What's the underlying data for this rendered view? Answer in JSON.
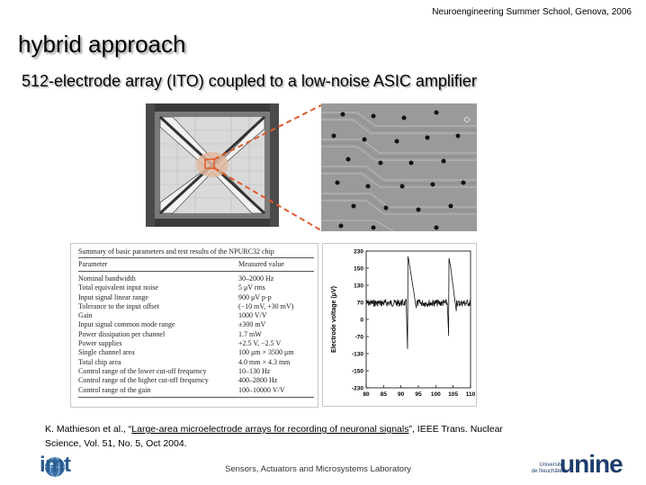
{
  "header": {
    "event": "Neuroengineering Summer School, Genova, 2006"
  },
  "slide": {
    "title": "hybrid approach",
    "subtitle": "512-electrode array (ITO) coupled to a low-noise ASIC amplifier"
  },
  "table": {
    "caption": "Summary of basic parameters and test results of the NPURC32 chip",
    "headers": [
      "Parameter",
      "Measured value"
    ],
    "rows": [
      [
        "Nominal bandwidth",
        "30–2000 Hz"
      ],
      [
        "Total equivalent input noise",
        "5 μV rms"
      ],
      [
        "Input signal linear range",
        "900 μV p-p"
      ],
      [
        "Tolerance to the input offset",
        "(−10 mV, +30 mV)"
      ],
      [
        "Gain",
        "1000 V/V"
      ],
      [
        "Input signal common mode range",
        "±300 mV"
      ],
      [
        "Power dissipation per channel",
        "1.7 mW"
      ],
      [
        "Power supplies",
        "+2.5 V, −2.5 V"
      ],
      [
        "Single channel area",
        "100 μm × 3500 μm"
      ],
      [
        "Total chip area",
        "4.0 mm × 4.3 mm"
      ],
      [
        "Control range of the lower cut-off frequency",
        "10–130 Hz"
      ],
      [
        "Control range of the higher cut-off frequency",
        "400–2800 Hz"
      ],
      [
        "Control range of the gain",
        "100–10000 V/V"
      ]
    ]
  },
  "plot": {
    "ylabel": "Electrode voltage (μV)",
    "x_ticks": [
      "80",
      "85",
      "90",
      "95",
      "100",
      "105",
      "110"
    ],
    "y_ticks": [
      "230",
      "150",
      "130",
      "70",
      "0",
      "-70",
      "-130",
      "-150",
      "-230"
    ],
    "xlim": [
      80,
      110
    ],
    "ylim": [
      -230,
      230
    ]
  },
  "citation": {
    "authors": "K. Mathieson et al., “",
    "link_title": "Large-area microelectrode arrays for recording of neuronal signals",
    "rest": "”, IEEE Trans. Nuclear Science, Vol. 51, No. 5, Oct 2004."
  },
  "footer": {
    "imt": "imt",
    "lab": "Sensors, Actuators and Microsystems Laboratory",
    "unine_small_1": "Université",
    "unine_small_2": "de Neuchâtel",
    "unine": "unine"
  },
  "colors": {
    "zoom_line": "#e05a28",
    "imt_blue": "#2a5c8f",
    "unine_blue": "#1d3d6e"
  }
}
